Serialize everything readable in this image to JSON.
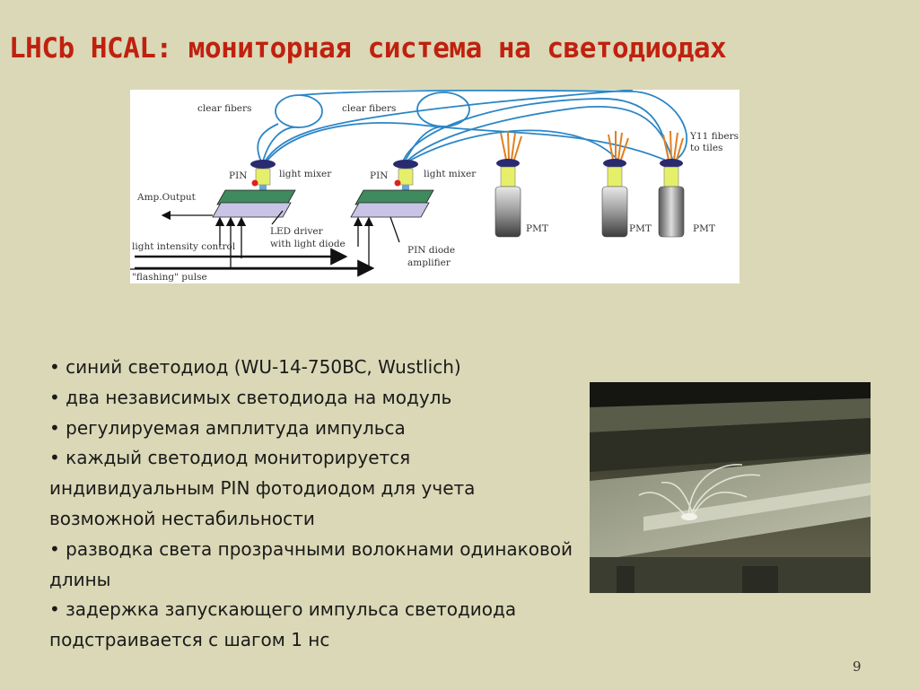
{
  "slide": {
    "title": "LHCb HCAL: мониторная система на светодиодах",
    "page_number": "9"
  },
  "diagram": {
    "labels": {
      "clear_fibers_1": "clear fibers",
      "clear_fibers_2": "clear fibers",
      "y11_fibers_1": "Y11 fibers",
      "y11_fibers_2": "to tiles",
      "pin_1": "PIN",
      "pin_2": "PIN",
      "light_mixer_1": "light mixer",
      "light_mixer_2": "light mixer",
      "amp_output": "Amp.Output",
      "led_driver_1": "LED driver",
      "led_driver_2": "with light diode",
      "light_intensity_control": "light intensity control",
      "flashing_pulse": "\"flashing\" pulse",
      "pin_diode_amp_1": "PIN diode",
      "pin_diode_amp_2": "amplifier",
      "pmt_1": "PMT",
      "pmt_2": "PMT",
      "pmt_3": "PMT"
    }
  },
  "bullets": [
    "• синий светодиод (WU-14-750BC, Wustlich)",
    "• два независимых светодиода на модуль",
    "• регулируемая амплитуда импульса",
    "• каждый светодиод мониторируется индивидуальным PIN фотодиодом для учета возможной нестабильности",
    "• разводка света прозрачными волокнами одинаковой длины",
    "• задержка запускающего импульса светодиода подстраивается с шагом 1 нс"
  ],
  "colors": {
    "background": "#dad8b6",
    "title": "#c0210f",
    "fiber": "#2b86c6",
    "board": "#3f8a5e"
  }
}
